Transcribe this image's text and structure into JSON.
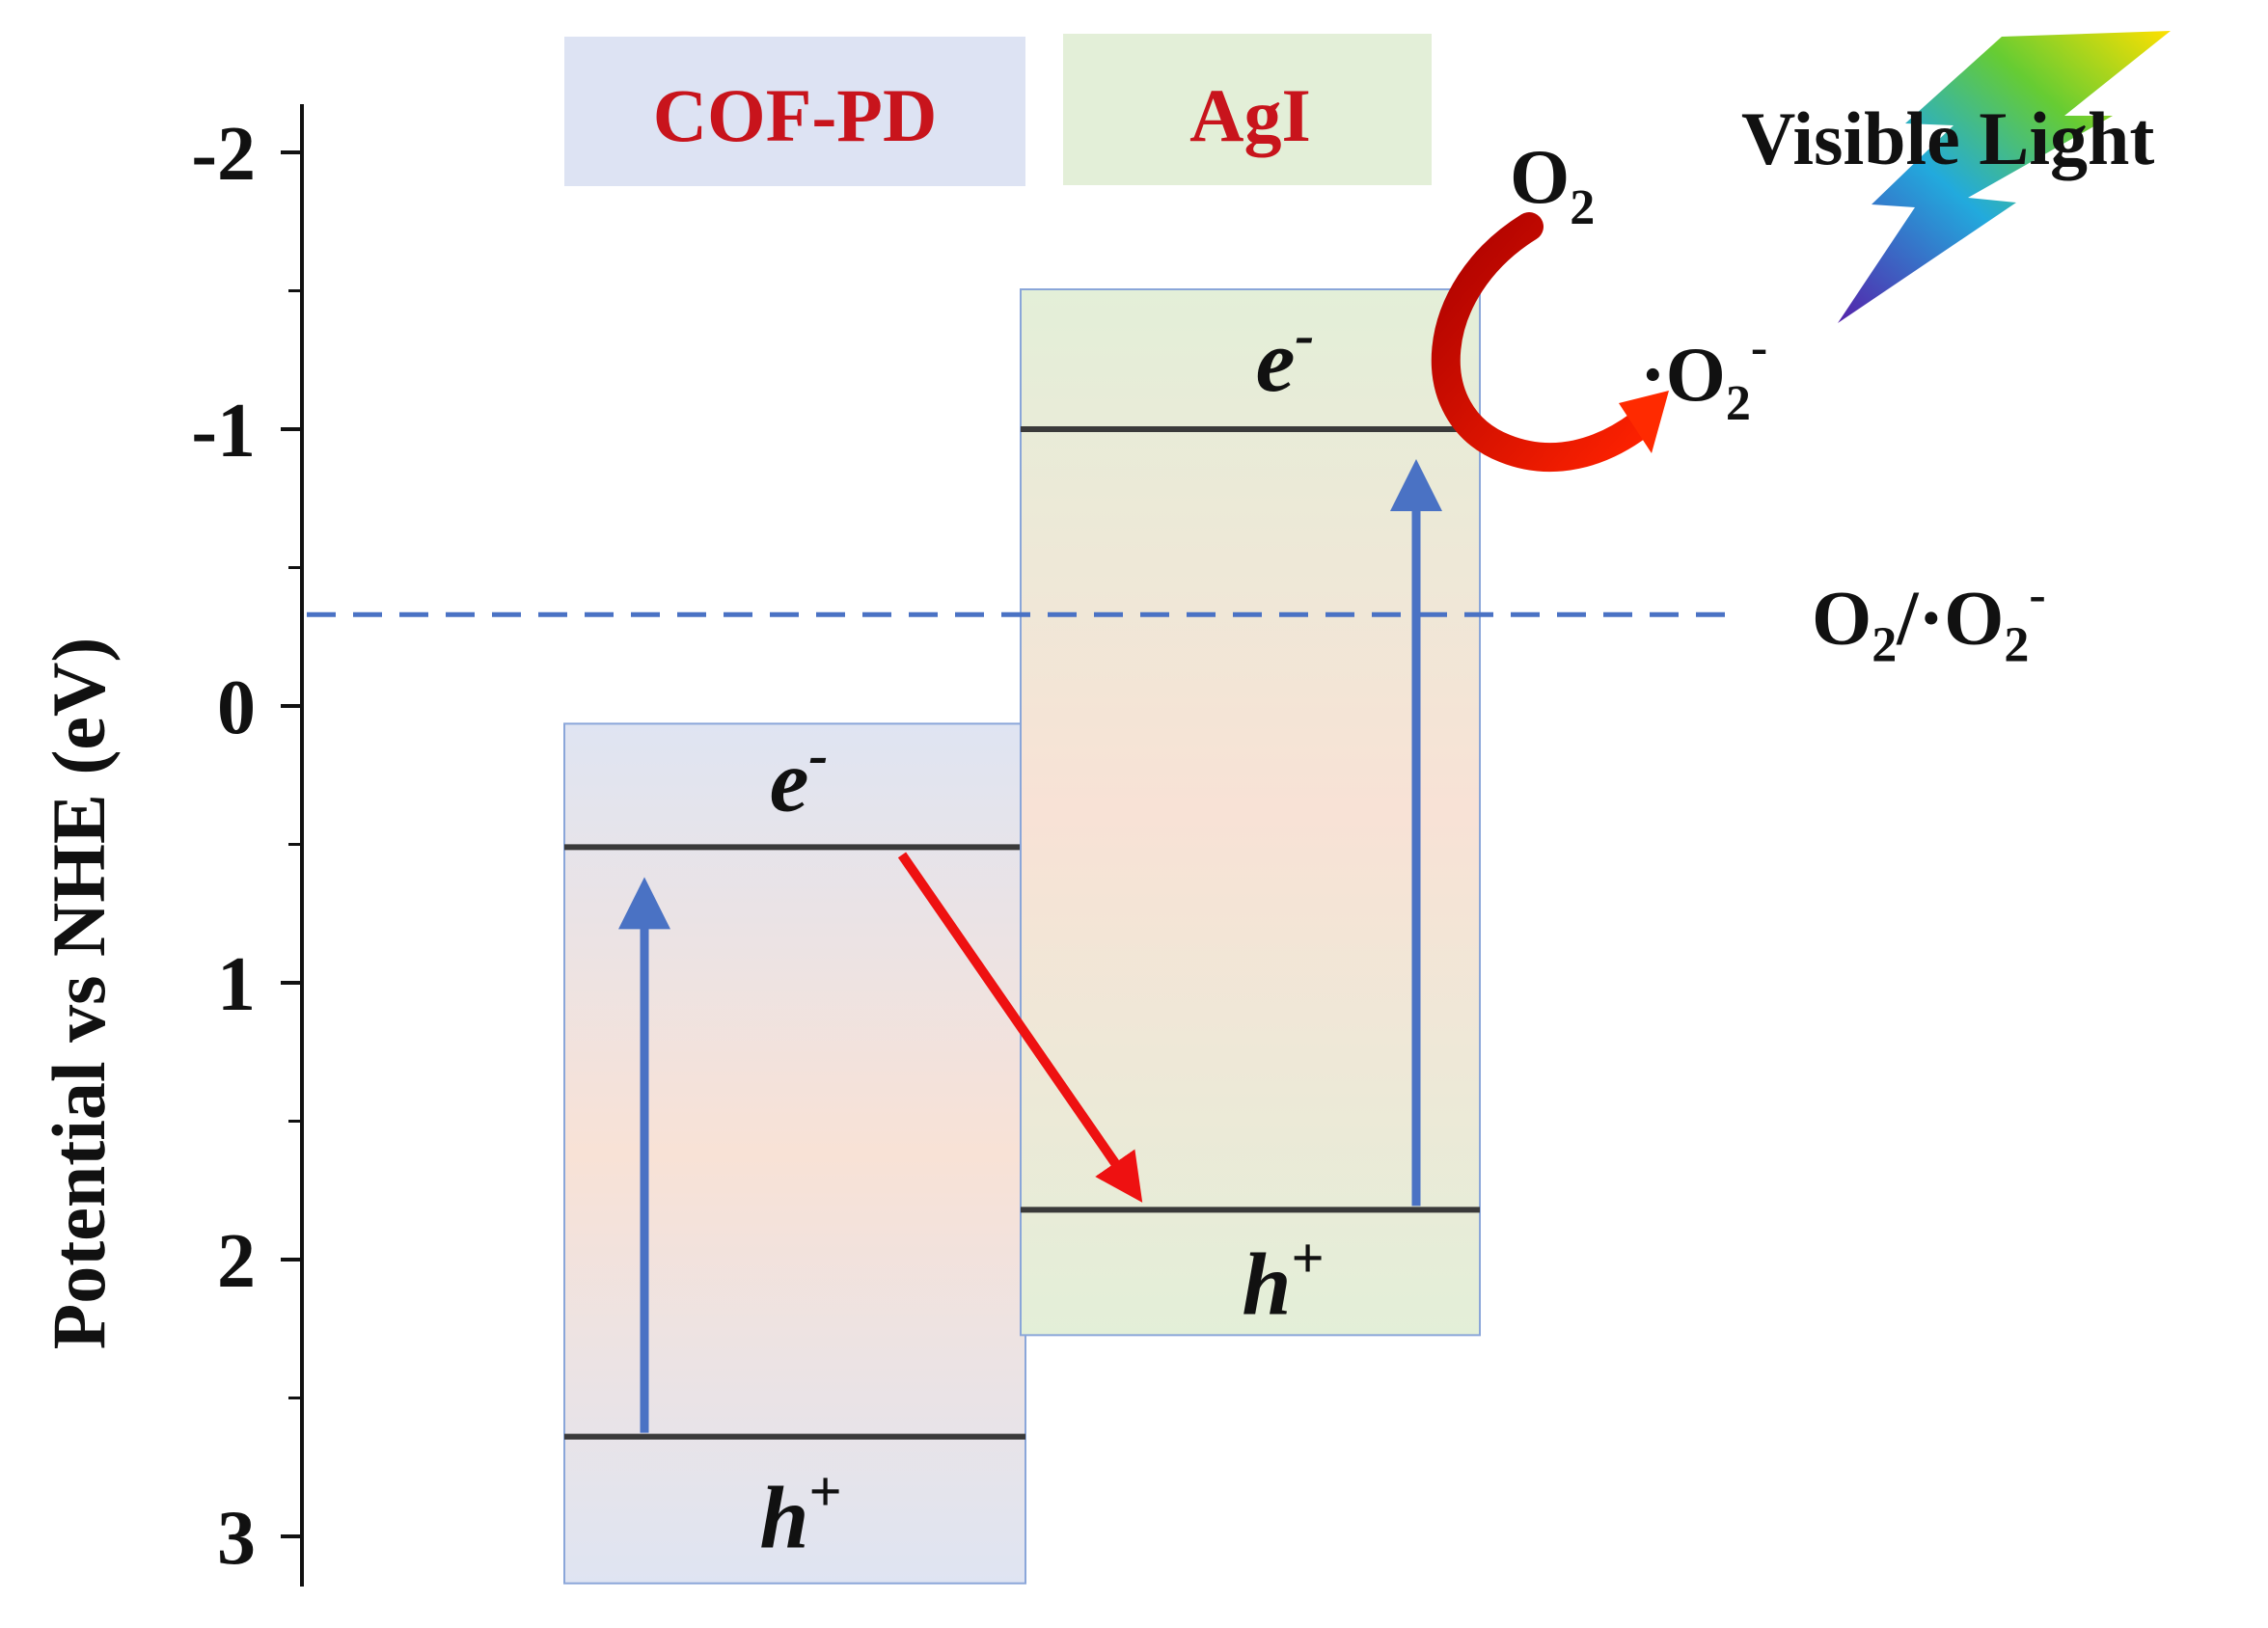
{
  "materials": [
    {
      "name": "COF-PD",
      "header_color": "#dde3f3",
      "cb": 0.51,
      "vb": 2.64,
      "electron_label": "e",
      "electron_sup": "-",
      "hole_label": "h",
      "hole_sup": "+"
    },
    {
      "name": "AgI",
      "header_color": "#e3efd8",
      "cb": -1.0,
      "vb": 1.82,
      "electron_label": "e",
      "electron_sup": "-",
      "hole_label": "h",
      "hole_sup": "+"
    }
  ],
  "axis": {
    "label": "Potential vs NHE (eV)",
    "ticks": [
      "-2",
      "-1",
      "0",
      "1",
      "2",
      "3"
    ],
    "tick_values": [
      -2,
      -1,
      0,
      1,
      2,
      3
    ],
    "range": [
      -2.2,
      3.15
    ]
  },
  "reference_line": {
    "potential": -0.33,
    "label_main": "O",
    "label_sub1": "2",
    "label_mid": "/·O",
    "label_sub2": "2",
    "label_sup": "-",
    "color": "#4a72c4"
  },
  "reaction": {
    "reactant_main": "O",
    "reactant_sub": "2",
    "product_main": "·O",
    "product_sub": "2",
    "product_sup": "-"
  },
  "light": {
    "label": "Visible Light"
  },
  "colors": {
    "band_fill_top": "#f7e1d4",
    "cof_border": "#8aa6d9",
    "agi_border": "#8aa6d9",
    "excitation_arrow": "#4a72c4",
    "transfer_arrow": "#ee1111",
    "text_red": "#c8141c"
  }
}
